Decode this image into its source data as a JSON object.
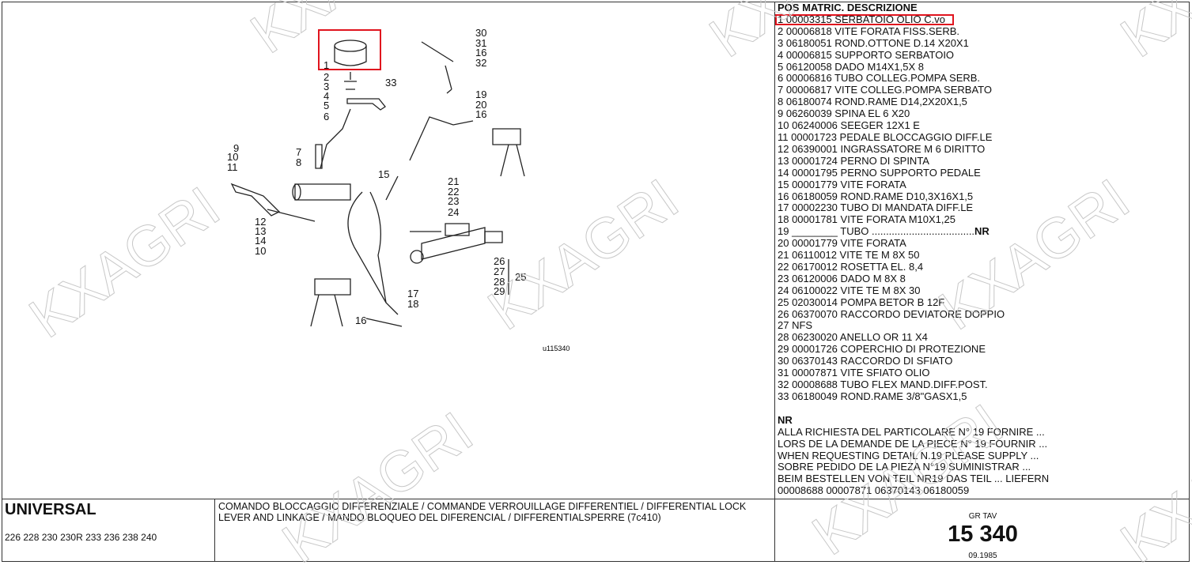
{
  "parts_list": {
    "header": "POS MATRIC. DESCRIZIONE",
    "rows": [
      "1 00003315 SERBATOIO OLIO C.vo",
      "2 00006818 VITE FORATA FISS.SERB.",
      "3 06180051 ROND.OTTONE D.14 X20X1",
      "4 00006815 SUPPORTO SERBATOIO",
      "5 06120058 DADO M14X1,5X 8",
      "6 00006816 TUBO COLLEG.POMPA SERB.",
      "7 00006817 VITE COLLEG.POMPA SERBATO",
      "8 06180074 ROND.RAME D14,2X20X1,5",
      "9 06260039 SPINA EL 6 X20",
      "10 06240006 SEEGER 12X1 E",
      "11 00001723 PEDALE BLOCCAGGIO DIFF.LE",
      "12 06390001 INGRASSATORE M 6 DIRITTO",
      "13 00001724 PERNO DI SPINTA",
      "14 00001795 PERNO SUPPORTO PEDALE",
      "15 00001779 VITE FORATA",
      "16 06180059 ROND.RAME D10,3X16X1,5",
      "17 00002230 TUBO DI MANDATA DIFF.LE",
      "18 00001781 VITE FORATA M10X1,25"
    ],
    "row19": {
      "text": "19 ________ TUBO ....................................",
      "suffix": "NR"
    },
    "rows2": [
      "20 00001779 VITE FORATA",
      "21 06110012 VITE TE M 8X 50",
      "22 06170012 ROSETTA EL. 8,4",
      "23 06120006 DADO M 8X 8",
      "24 06100022 VITE TE M 8X 30",
      "25 02030014 POMPA BETOR B 12F",
      "26 06370070 RACCORDO DEVIATORE DOPPIO",
      "27 NFS",
      "28 06230020 ANELLO OR 11 X4",
      "29 00001726 COPERCHIO DI PROTEZIONE",
      "30 06370143 RACCORDO DI SFIATO",
      "31 00007871 VITE SFIATO OLIO",
      "32 00008688 TUBO FLEX MAND.DIFF.POST.",
      "33 06180049 ROND.RAME 3/8\"GASX1,5"
    ],
    "note_title": "NR",
    "notes": [
      "ALLA RICHIESTA DEL PARTICOLARE N° 19 FORNIRE ...",
      "LORS DE LA DEMANDE DE LA PIECE N° 19 FOURNIR ...",
      "WHEN REQUESTING DETAIL N.19 PLEASE SUPPLY ...",
      "SOBRE PEDIDO DE LA PIEZA N°19 SUMINISTRAR ...",
      "BEIM BESTELLEN VON TEIL NR19 DAS TEIL ... LIEFERN",
      "00008688 00007871 06370143 06180059"
    ]
  },
  "diagram": {
    "code": "u115340",
    "callouts": [
      "1",
      "2",
      "3",
      "4",
      "5",
      "6",
      "33",
      "30",
      "31",
      "16",
      "32",
      "19",
      "20",
      "16",
      "9",
      "10",
      "11",
      "7",
      "8",
      "15",
      "21",
      "22",
      "23",
      "24",
      "12",
      "13",
      "14",
      "10",
      "26",
      "27",
      "28",
      "25",
      "29",
      "17",
      "18",
      "16"
    ]
  },
  "footer": {
    "brand": "UNIVERSAL",
    "models": "226 228 230 230R 233 236 238 240",
    "title": "COMANDO BLOCCAGGIO DIFFERENZIALE / COMMANDE VERROUILLAGE DIFFERENTIEL / DIFFERENTIAL LOCK LEVER AND LINKAGE / MANDO BLOQUEO DEL DIFERENCIAL / DIFFERENTIALSPERRE (7c410)",
    "gr_tav_label": "GR TAV",
    "gr_tav_number": "15 340",
    "date": "09.1985"
  },
  "watermark": "KXAGRI",
  "colors": {
    "highlight": "#e0141e"
  }
}
